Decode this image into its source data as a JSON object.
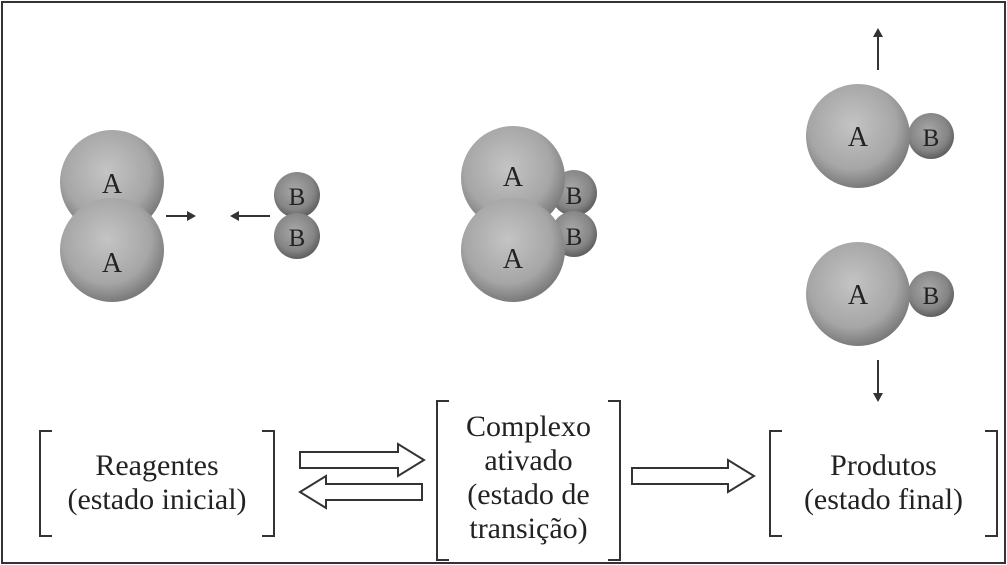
{
  "molecules": {
    "atom_a": "A",
    "atom_b": "B"
  },
  "stages": {
    "reactants": [
      "Reagentes",
      "(estado inicial)"
    ],
    "complex": [
      "Complexo",
      "ativado",
      "(estado de",
      "transição)"
    ],
    "products": [
      "Produtos",
      "(estado final)"
    ]
  },
  "colors": {
    "atom_fill": "#a9a9a9",
    "atom_shadow": "#6f6f6f",
    "ink": "#222222",
    "frame": "#333333"
  }
}
